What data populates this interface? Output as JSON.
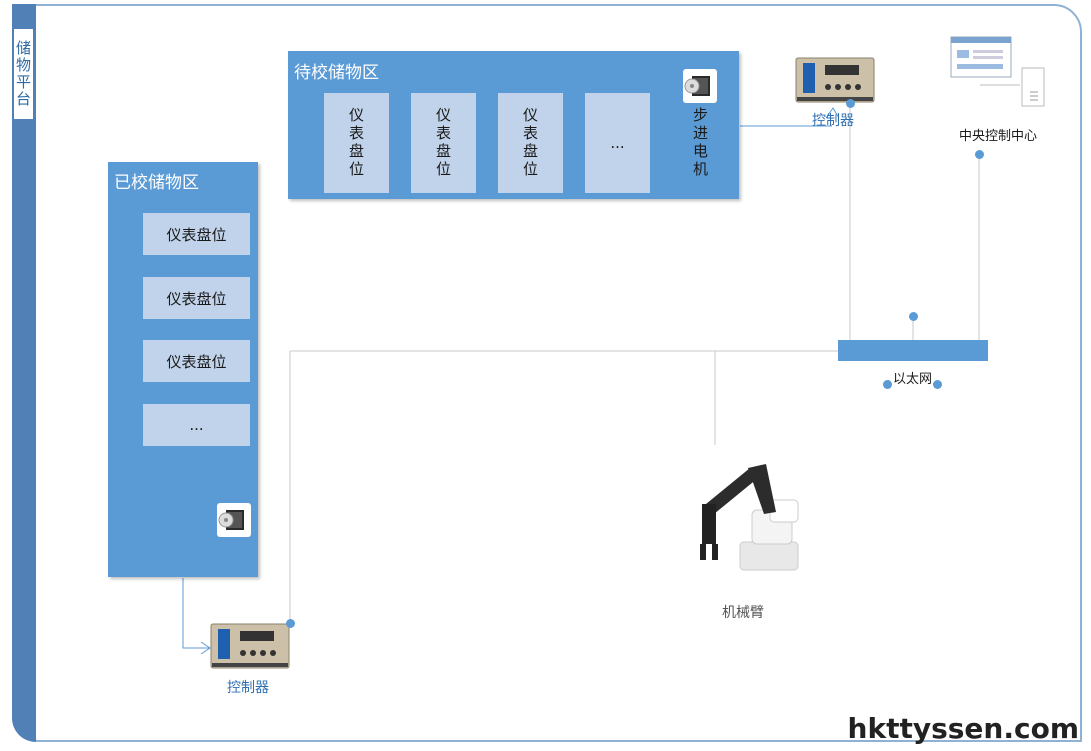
{
  "platform": {
    "label": "储物平台"
  },
  "pending_zone": {
    "title": "待校储物区",
    "slots": [
      "仪表盘位",
      "仪表盘位",
      "仪表盘位",
      "..."
    ],
    "motor_label": "步进电机"
  },
  "done_zone": {
    "title": "已校储物区",
    "slots": [
      "仪表盘位",
      "仪表盘位",
      "仪表盘位",
      "..."
    ]
  },
  "controller_top": {
    "label": "控制器"
  },
  "controller_bottom": {
    "label": "控制器"
  },
  "central": {
    "label": "中央控制中心"
  },
  "ethernet": {
    "label": "以太网"
  },
  "robot": {
    "label": "机械臂"
  },
  "watermark": "hkttyssen.com",
  "colors": {
    "zone": "#5b9bd5",
    "slot": "#c1d3ea",
    "line": "#5b9bd5"
  }
}
